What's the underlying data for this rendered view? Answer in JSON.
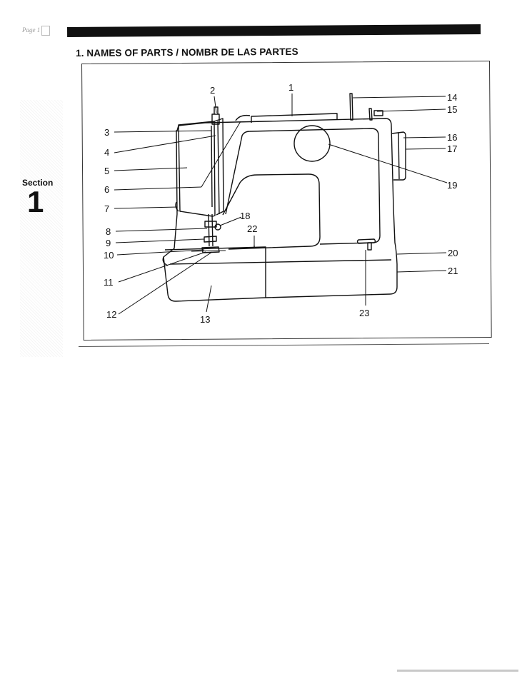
{
  "page_marker": "Page 1",
  "section": {
    "label": "Section",
    "number": "1"
  },
  "heading": "1. NAMES OF PARTS / NOMBR DE LAS PARTES",
  "callouts": [
    "1",
    "2",
    "3",
    "4",
    "5",
    "6",
    "7",
    "8",
    "9",
    "10",
    "11",
    "12",
    "13",
    "14",
    "15",
    "16",
    "17",
    "18",
    "19",
    "20",
    "21",
    "22",
    "23"
  ]
}
